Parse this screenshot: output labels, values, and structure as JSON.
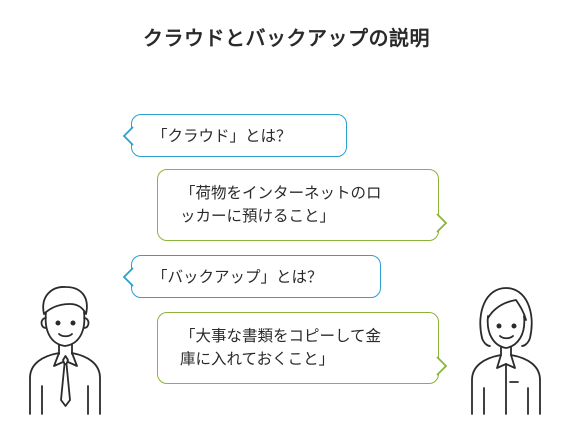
{
  "title": "クラウドとバックアップの説明",
  "dialogue": [
    {
      "speaker": "man",
      "text": "「クラウド」とは？"
    },
    {
      "speaker": "woman",
      "text": "「荷物をインターネットのロ\nッカーに預けること」"
    },
    {
      "speaker": "man",
      "text": "「バックアップ」とは？"
    },
    {
      "speaker": "woman",
      "text": "「大事な書類をコピーして金\n庫に入れておくこと」"
    }
  ],
  "colors": {
    "question_border": "#2a9fd0",
    "answer_border": "#8ab43a",
    "line_art": "#2b2b2b"
  },
  "icons": {
    "left": "man-with-tie-icon",
    "right": "woman-icon"
  }
}
